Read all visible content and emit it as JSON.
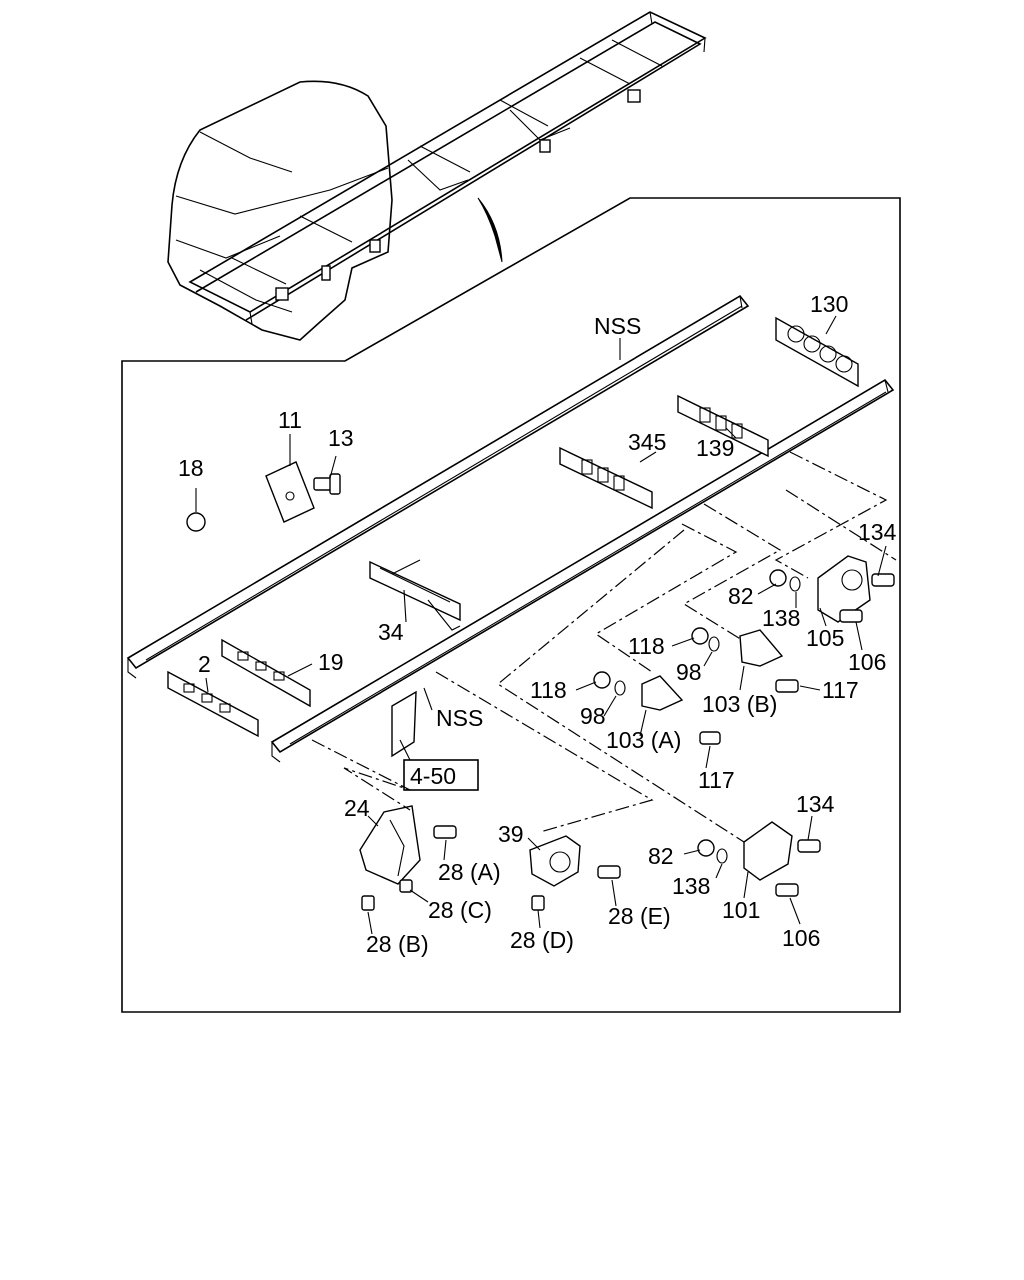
{
  "callouts": {
    "p130": "130",
    "nss_top": "NSS",
    "p11": "11",
    "p13": "13",
    "p18": "18",
    "p345": "345",
    "p139": "139",
    "p134_top": "134",
    "p82_top": "82",
    "p138_top": "138",
    "p105": "105",
    "p106_top": "106",
    "p118_right": "118",
    "p98_right": "98",
    "p103b": "103 (B)",
    "p117_right": "117",
    "p118_left": "118",
    "p98_left": "98",
    "p103a": "103 (A)",
    "p117_left": "117",
    "p34": "34",
    "p19": "19",
    "p2": "2",
    "nss_mid": "NSS",
    "ref_4_50": "4-50",
    "p24": "24",
    "p28a": "28 (A)",
    "p28c": "28 (C)",
    "p28b": "28 (B)",
    "p39": "39",
    "p28d": "28 (D)",
    "p28e": "28 (E)",
    "p134_low": "134",
    "p82_low": "82",
    "p138_low": "138",
    "p101": "101",
    "p106_low": "106"
  }
}
